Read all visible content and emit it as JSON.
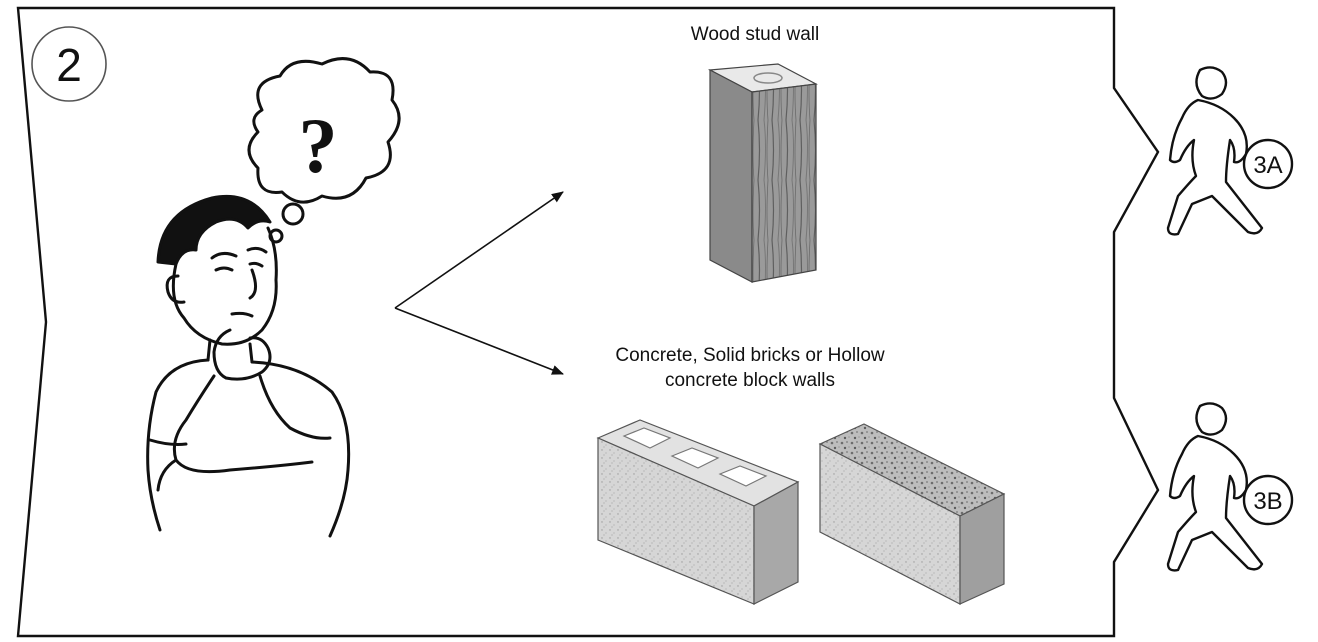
{
  "step": {
    "number": "2"
  },
  "options": {
    "wood": {
      "label": "Wood stud wall"
    },
    "masonry": {
      "label_line1": "Concrete, Solid bricks or Hollow",
      "label_line2": "concrete block walls"
    }
  },
  "next_steps": [
    {
      "label": "3A"
    },
    {
      "label": "3B"
    }
  ],
  "icons": {
    "thinking_person": "thinking-person-icon",
    "walking_person": "walking-person-icon",
    "question_bubble": "question-thought-bubble-icon"
  },
  "colors": {
    "line": "#111111",
    "wood": "#8c8c8c",
    "concrete": "#d2d2d2"
  }
}
